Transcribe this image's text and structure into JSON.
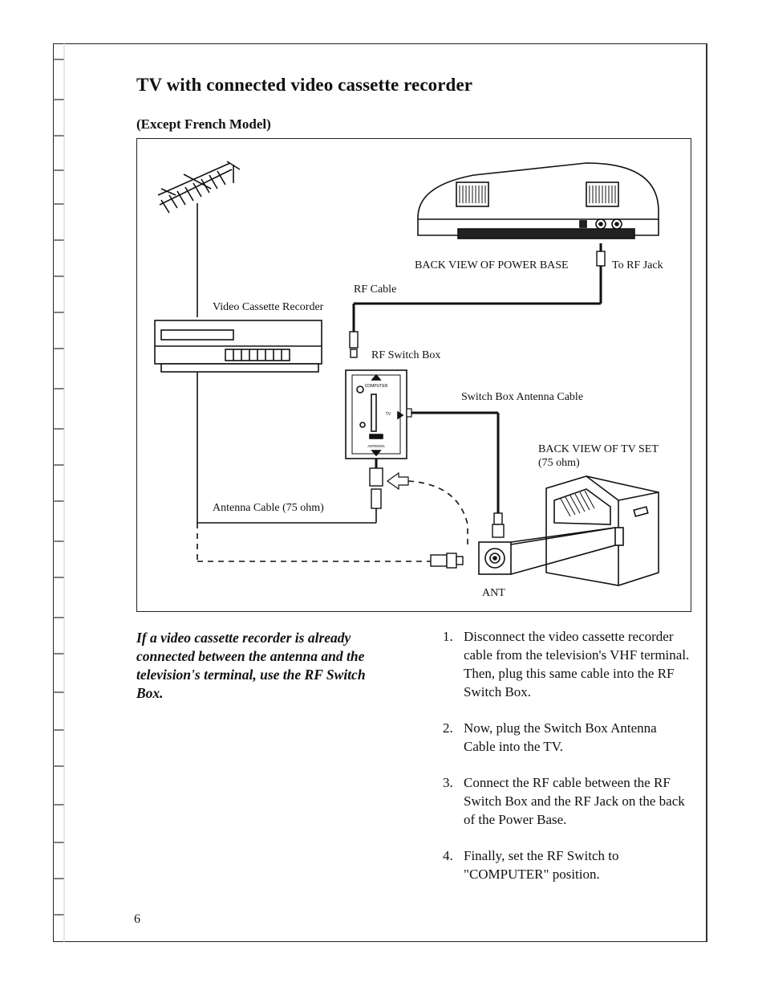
{
  "title": "TV with connected video cassette recorder",
  "subtitle": "(Except French Model)",
  "diagram": {
    "labels": {
      "back_view_power_base": "BACK VIEW OF POWER BASE",
      "to_rf_jack": "To RF Jack",
      "rf_cable": "RF Cable",
      "vcr": "Video Cassette Recorder",
      "rf_switch_box": "RF Switch Box",
      "switch_box_antenna_cable": "Switch Box Antenna Cable",
      "back_view_tv_line1": "BACK VIEW OF TV SET",
      "back_view_tv_line2": "(75 ohm)",
      "antenna_cable": "Antenna Cable (75 ohm)",
      "ant": "ANT",
      "switch_computer": "COMPUTER",
      "switch_tv": "TV",
      "switch_antenna": "ANTENNA"
    }
  },
  "side_note": "If a video cassette recorder is already connected between the antenna and the television's terminal, use the RF Switch Box.",
  "steps": [
    {
      "num": "1.",
      "text": "Disconnect the video cassette recorder cable from the television's VHF terminal. Then, plug this same cable into the RF Switch Box."
    },
    {
      "num": "2.",
      "text": "Now, plug the Switch Box Antenna Cable into the TV."
    },
    {
      "num": "3.",
      "text": "Connect the RF cable between the RF Switch Box and the RF Jack on the back of the Power Base."
    },
    {
      "num": "4.",
      "text": "Finally, set the RF Switch to \"COMPUTER\" position."
    }
  ],
  "page_number": "6"
}
